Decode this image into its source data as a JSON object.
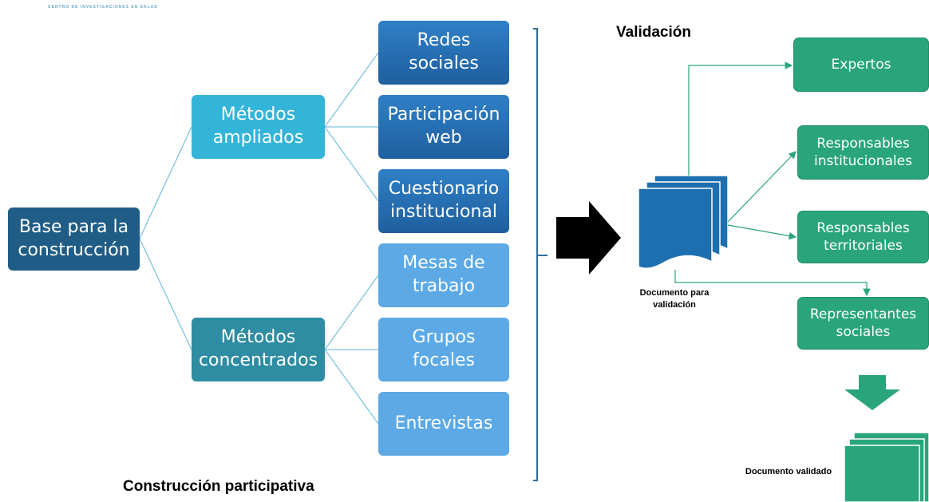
{
  "header": {
    "text": "CENTRO DE INVESTIGACIONES EN SALUD"
  },
  "construction": {
    "root": "Base para la\nconstrucción",
    "branch_ampliados": "Métodos\nampliados",
    "branch_concentrados": "Métodos\nconcentrados",
    "redes_sociales": "Redes\nsociales",
    "participacion_web": "Participación\nweb",
    "cuestionario_institucional": "Cuestionario\ninstitucional",
    "mesas_de_trabajo": "Mesas de\ntrabajo",
    "grupos_focales": "Grupos\nfocales",
    "entrevistas": "Entrevistas",
    "caption": "Construcción participativa"
  },
  "validation": {
    "title": "Validación",
    "document_label": "Documento para\nvalidación",
    "expertos": "Expertos",
    "responsables_institucionales": "Responsables\ninstitucionales",
    "responsables_territoriales": "Responsables\nterritoriales",
    "representantes_sociales": "Representantes\nsociales",
    "validated_label": "Documento validado"
  },
  "colors": {
    "root": "#1f5d86",
    "ampliados": "#33b5d9",
    "concentrados": "#2e8ca3",
    "online_methods": "#1e5f9f",
    "offline_methods": "#5ca9e6",
    "validation_green": "#2aa57b",
    "document_blue": "#1e6fb0",
    "connector_blue": "#7ec3e0"
  }
}
